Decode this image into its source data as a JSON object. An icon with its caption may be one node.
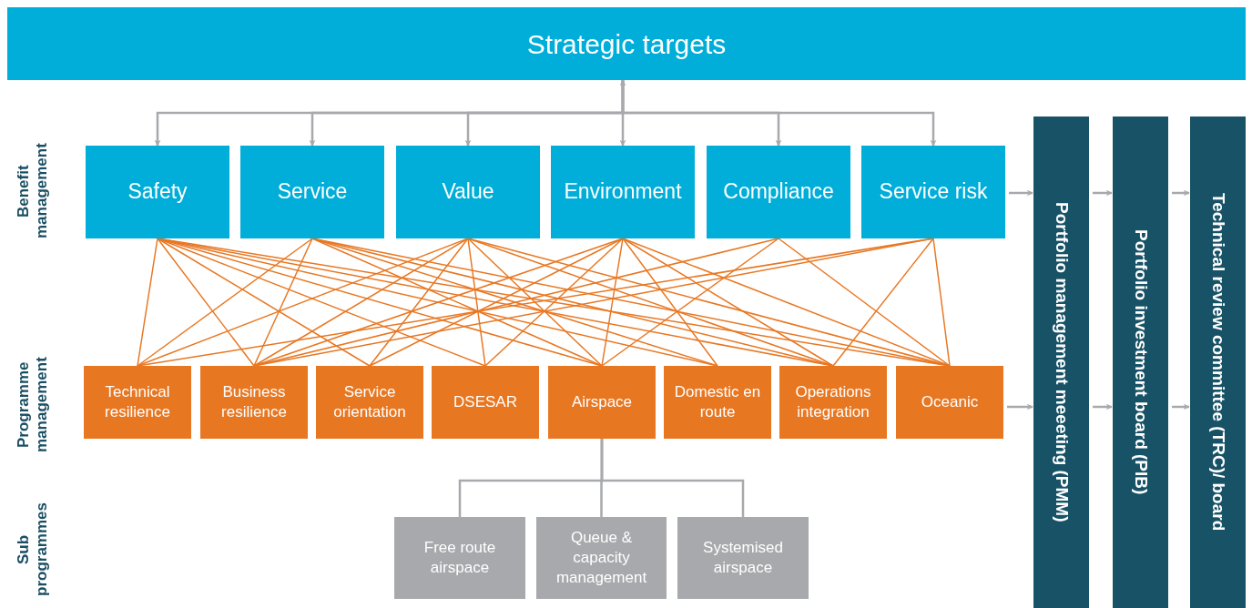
{
  "diagram": {
    "nodes": [
      {
        "text": [
          "Strategic targets"
        ]
      },
      {
        "text": [
          "Safety"
        ]
      },
      {
        "text": [
          "Service"
        ]
      },
      {
        "text": [
          "Value"
        ]
      },
      {
        "text": [
          "Environment"
        ]
      },
      {
        "text": [
          "Compliance"
        ]
      },
      {
        "text": [
          "Service risk"
        ]
      },
      {
        "text": [
          "Technical resilience"
        ]
      },
      {
        "text": [
          "Business resilience"
        ]
      },
      {
        "text": [
          "Service orientation"
        ]
      },
      {
        "text": [
          "DSESAR"
        ]
      },
      {
        "text": [
          "Airspace"
        ]
      },
      {
        "text": [
          "Domestic en route"
        ]
      },
      {
        "text": [
          "Operations integration"
        ]
      },
      {
        "text": [
          "Oceanic"
        ]
      },
      {
        "text": [
          "Free route airspace"
        ]
      },
      {
        "text": [
          "Queue & capacity management"
        ]
      },
      {
        "text": [
          "Systemised airspace"
        ]
      },
      {
        "text": [
          "Portfolio management meeeting (PMM)"
        ]
      },
      {
        "text": [
          "Portfolio investment board (PIB)"
        ]
      },
      {
        "text": [
          "Technical review committee (TRC)/ board"
        ]
      }
    ],
    "edges": [
      {
        "from": 0,
        "to": 1,
        "arrow": "to",
        "color": "#a7a9ac"
      },
      {
        "from": 0,
        "to": 2,
        "arrow": "to",
        "color": "#a7a9ac"
      },
      {
        "from": 0,
        "to": 3,
        "arrow": "to",
        "color": "#a7a9ac"
      },
      {
        "from": 0,
        "to": 4,
        "arrow": "both",
        "color": "#a7a9ac"
      },
      {
        "from": 0,
        "to": 5,
        "arrow": "to",
        "color": "#a7a9ac"
      },
      {
        "from": 0,
        "to": 6,
        "arrow": "to",
        "color": "#a7a9ac"
      },
      {
        "from": 1,
        "to": 7,
        "arrow": "none"
      },
      {
        "from": 1,
        "to": 8,
        "arrow": "none"
      },
      {
        "from": 1,
        "to": 9,
        "arrow": "none"
      },
      {
        "from": 1,
        "to": 10,
        "arrow": "none"
      },
      {
        "from": 1,
        "to": 11,
        "arrow": "none"
      },
      {
        "from": 1,
        "to": 12,
        "arrow": "none"
      },
      {
        "from": 1,
        "to": 13,
        "arrow": "none"
      },
      {
        "from": 1,
        "to": 14,
        "arrow": "none"
      },
      {
        "from": 2,
        "to": 7,
        "arrow": "none"
      },
      {
        "from": 2,
        "to": 8,
        "arrow": "none"
      },
      {
        "from": 2,
        "to": 11,
        "arrow": "none"
      },
      {
        "from": 2,
        "to": 12,
        "arrow": "none"
      },
      {
        "from": 2,
        "to": 13,
        "arrow": "none"
      },
      {
        "from": 2,
        "to": 14,
        "arrow": "none"
      },
      {
        "from": 3,
        "to": 7,
        "arrow": "none"
      },
      {
        "from": 3,
        "to": 8,
        "arrow": "none"
      },
      {
        "from": 3,
        "to": 9,
        "arrow": "none"
      },
      {
        "from": 3,
        "to": 10,
        "arrow": "none"
      },
      {
        "from": 3,
        "to": 11,
        "arrow": "none"
      },
      {
        "from": 3,
        "to": 13,
        "arrow": "none"
      },
      {
        "from": 3,
        "to": 14,
        "arrow": "none"
      },
      {
        "from": 4,
        "to": 8,
        "arrow": "none"
      },
      {
        "from": 4,
        "to": 9,
        "arrow": "none"
      },
      {
        "from": 4,
        "to": 10,
        "arrow": "none"
      },
      {
        "from": 4,
        "to": 11,
        "arrow": "none"
      },
      {
        "from": 4,
        "to": 12,
        "arrow": "none"
      },
      {
        "from": 4,
        "to": 13,
        "arrow": "none"
      },
      {
        "from": 4,
        "to": 14,
        "arrow": "none"
      },
      {
        "from": 5,
        "to": 8,
        "arrow": "none"
      },
      {
        "from": 5,
        "to": 11,
        "arrow": "none"
      },
      {
        "from": 5,
        "to": 14,
        "arrow": "none"
      },
      {
        "from": 6,
        "to": 7,
        "arrow": "none"
      },
      {
        "from": 6,
        "to": 8,
        "arrow": "none"
      },
      {
        "from": 6,
        "to": 13,
        "arrow": "none"
      },
      {
        "from": 6,
        "to": 14,
        "arrow": "none"
      },
      {
        "from": 11,
        "to": 15,
        "arrow": "none",
        "color": "#a7a9ac"
      },
      {
        "from": 11,
        "to": 16,
        "arrow": "none",
        "color": "#a7a9ac"
      },
      {
        "from": 11,
        "to": 17,
        "arrow": "none",
        "color": "#a7a9ac"
      },
      {
        "from": 6,
        "to": 18,
        "arrow": "to",
        "color": "#a7a9ac"
      },
      {
        "from": 18,
        "to": 19,
        "arrow": "to",
        "color": "#a7a9ac"
      },
      {
        "from": 19,
        "to": 20,
        "arrow": "to",
        "color": "#a7a9ac"
      },
      {
        "from": 14,
        "to": 18,
        "arrow": "to",
        "color": "#a7a9ac"
      },
      {
        "from": 18,
        "to": 19,
        "arrow": "to",
        "color": "#a7a9ac"
      },
      {
        "from": 19,
        "to": 20,
        "arrow": "to",
        "color": "#a7a9ac"
      }
    ],
    "labels": [
      "Benefit management",
      "Programme management",
      "Sub programmes"
    ]
  }
}
